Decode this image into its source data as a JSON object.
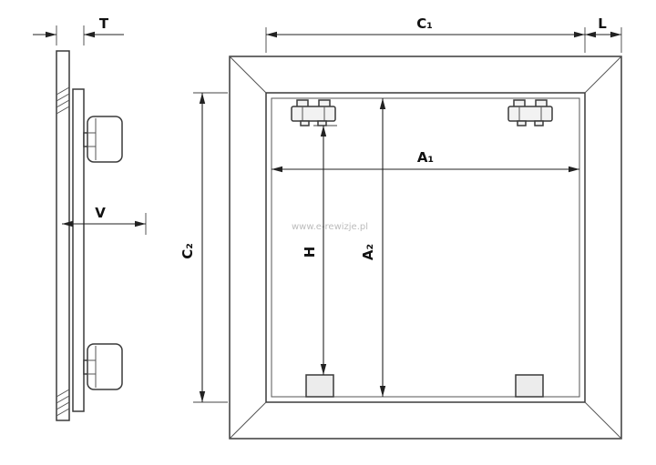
{
  "side_view": {
    "label_t": "T",
    "label_v": "V"
  },
  "front_view": {
    "label_c1": "C₁",
    "label_l": "L",
    "label_c2": "C₂",
    "label_a1": "A₁",
    "label_a2": "A₂",
    "label_h": "H",
    "watermark": "www.e-rewizje.pl"
  },
  "colors": {
    "line": "#3a3a3a",
    "dimension": "#222222",
    "watermark": "#bcbcbc",
    "background": "#ffffff"
  }
}
